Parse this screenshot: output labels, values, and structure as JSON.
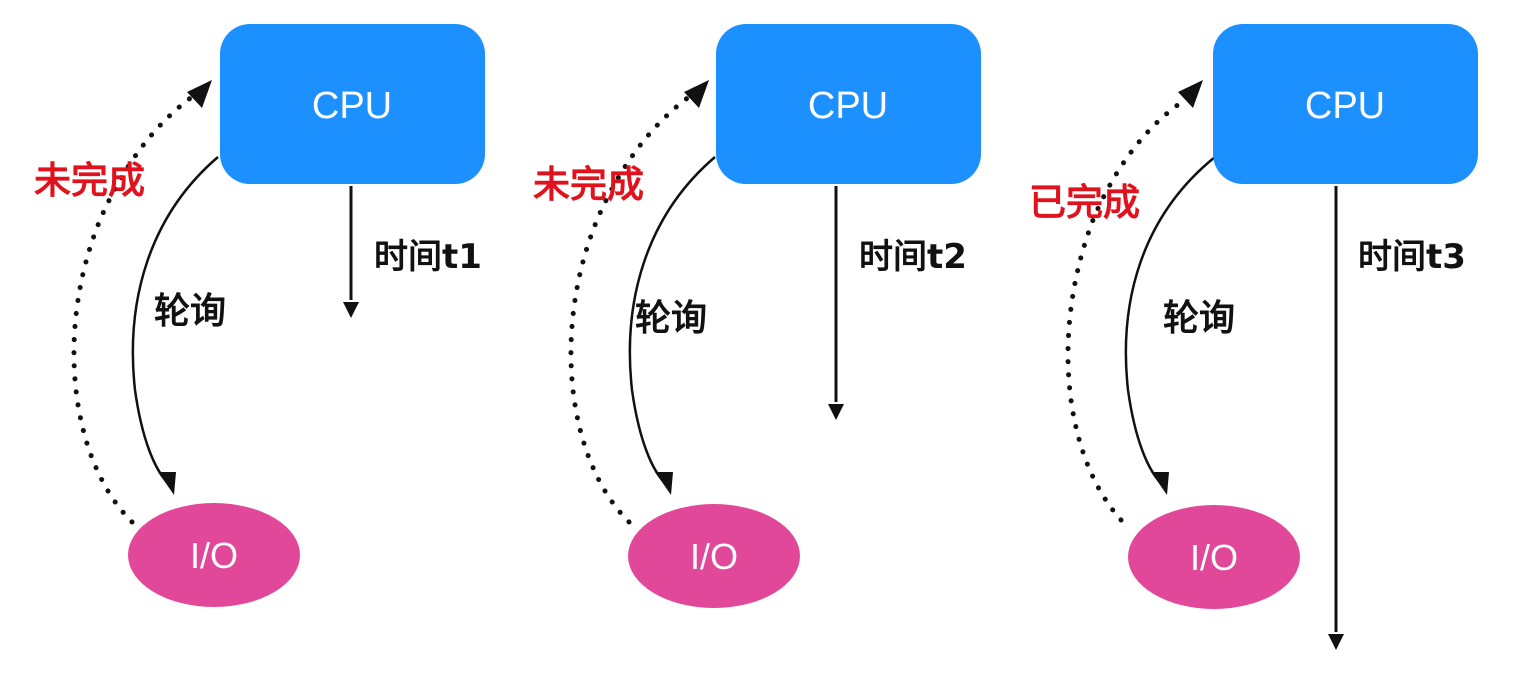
{
  "colors": {
    "cpu_fill": "#1d90ff",
    "io_fill": "#e2489a",
    "status_text": "#e0121e",
    "line": "#111111"
  },
  "panels": [
    {
      "cpu_label": "CPU",
      "io_label": "I/O",
      "poll_label": "轮询",
      "status_label": "未完成",
      "time_label": "时间t1",
      "time_stage": 1
    },
    {
      "cpu_label": "CPU",
      "io_label": "I/O",
      "poll_label": "轮询",
      "status_label": "未完成",
      "time_label": "时间t2",
      "time_stage": 2
    },
    {
      "cpu_label": "CPU",
      "io_label": "I/O",
      "poll_label": "轮询",
      "status_label": "已完成",
      "time_label": "时间t3",
      "time_stage": 3
    }
  ]
}
